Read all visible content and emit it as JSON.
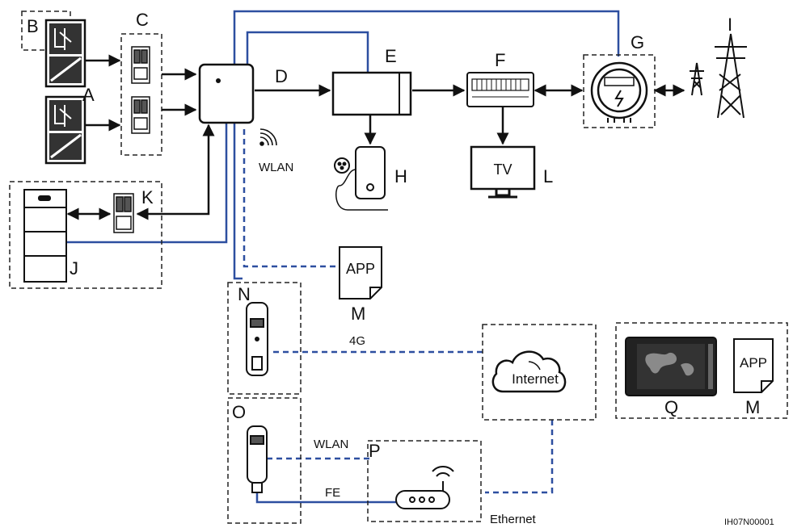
{
  "labels": {
    "A": "A",
    "B": "B",
    "C": "C",
    "D": "D",
    "E": "E",
    "F": "F",
    "G": "G",
    "H": "H",
    "I": "I",
    "J": "J",
    "K": "K",
    "L": "L",
    "M": "M",
    "M2": "M",
    "N": "N",
    "O": "O",
    "P": "P",
    "Q": "Q"
  },
  "text": {
    "wlan_top": "WLAN",
    "wlan_bottom": "WLAN",
    "four_g": "4G",
    "fe": "FE",
    "ethernet": "Ethernet",
    "internet": "Internet",
    "tv": "TV",
    "app": "APP",
    "app2": "APP",
    "figure_id": "IH07N00001"
  },
  "colors": {
    "line_black": "#111111",
    "line_blue": "#2d4fa0",
    "dash_blue": "#2d4fa0",
    "box_dash": "#222222"
  }
}
